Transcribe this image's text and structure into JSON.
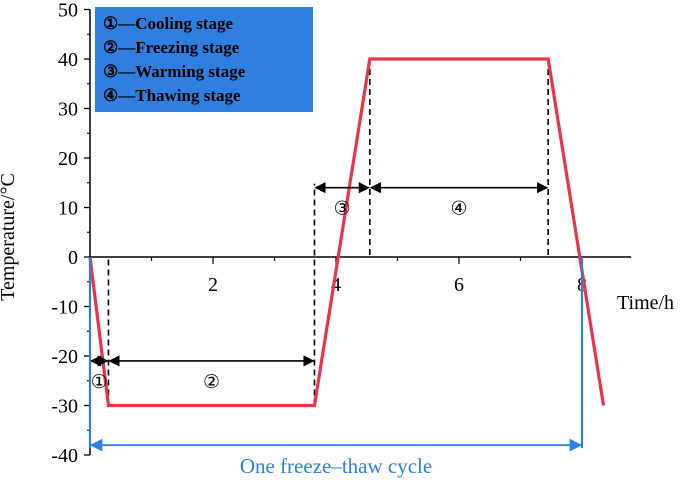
{
  "chart_data": {
    "type": "line",
    "title": "",
    "xlabel": "Time/h",
    "ylabel": "Temperature/°C",
    "xlim": [
      0,
      8.8
    ],
    "ylim": [
      -40,
      50
    ],
    "x_ticks": [
      2,
      4,
      6,
      8
    ],
    "y_ticks": [
      -40,
      -30,
      -20,
      -10,
      0,
      10,
      20,
      30,
      40,
      50
    ],
    "grid": false,
    "series": [
      {
        "color": "#e8344c",
        "x": [
          0,
          0.3,
          3.65,
          4.55,
          7.45,
          8.35
        ],
        "y": [
          0,
          -30,
          -30,
          40,
          40,
          -30
        ]
      }
    ],
    "legend": {
      "placement": "top-left",
      "background": "#2f7fe0",
      "items": [
        "①—Cooling stage",
        "②—Freezing stage",
        "③—Warming stage",
        "④—Thawing stage"
      ]
    },
    "stage_markers": [
      {
        "label": "①",
        "x_start": 0,
        "x_end": 0.3,
        "y": -21
      },
      {
        "label": "②",
        "x_start": 0.3,
        "x_end": 3.65,
        "y": -21
      },
      {
        "label": "③",
        "x_start": 3.65,
        "x_end": 4.55,
        "y": 14
      },
      {
        "label": "④",
        "x_start": 4.55,
        "x_end": 7.45,
        "y": 14
      }
    ],
    "cycle_annotation": {
      "label": "One freeze–thaw cycle",
      "x_start": 0,
      "x_end": 8,
      "y": -38,
      "color": "#2f7fe0"
    }
  }
}
